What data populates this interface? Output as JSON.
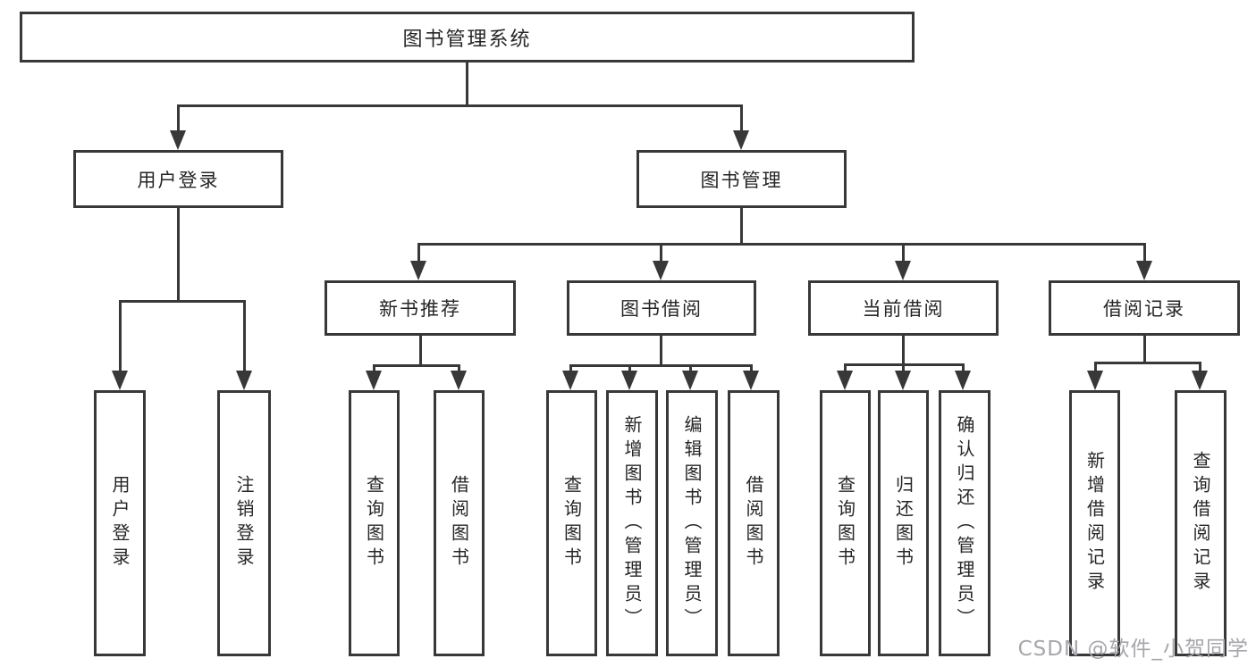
{
  "diagram_title": "图书管理系统",
  "nodes": {
    "root": "图书管理系统",
    "user_login": "用户登录",
    "book_mgmt": "图书管理",
    "new_book_rec": "新书推荐",
    "book_borrow": "图书借阅",
    "current_borrow": "当前借阅",
    "borrow_record": "借阅记录",
    "ul_login": "用户登录",
    "ul_logout": "注销登录",
    "nbr_query": "查询图书",
    "nbr_borrow": "借阅图书",
    "bb_query": "查询图书",
    "bb_add": "新增图书（管理员）",
    "bb_edit": "编辑图书（管理员）",
    "bb_borrow": "借阅图书",
    "cb_query": "查询图书",
    "cb_return": "归还图书",
    "cb_confirm": "确认归还（管理员）",
    "br_add": "新增借阅记录",
    "br_query": "查询借阅记录"
  },
  "watermark": "CSDN @软件_小贺同学",
  "colors": {
    "line": "#383838",
    "text": "#262626",
    "background": "#ffffff",
    "watermark": "#a6a6ab"
  }
}
